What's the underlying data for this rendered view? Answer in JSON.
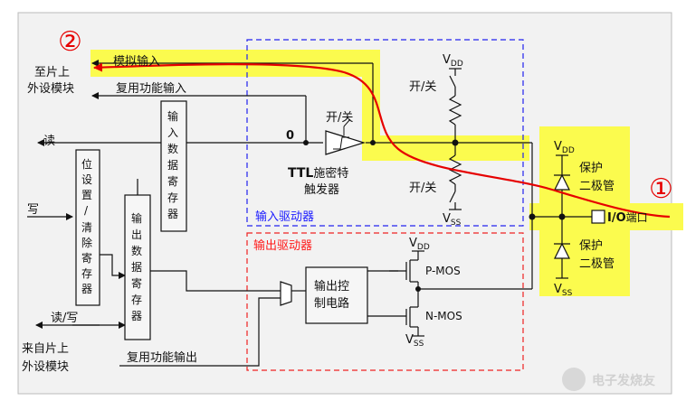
{
  "marker_start": "①",
  "marker_end": "②",
  "labels": {
    "to_onchip_peripheral": [
      "至片上",
      "外设模块"
    ],
    "analog_input": "模拟输入",
    "alt_function_input": "复用功能输入",
    "read": "读",
    "write": "写",
    "read_write": "读/写",
    "bit_set_reset_register": [
      "位",
      "设",
      "置",
      "/",
      "清",
      "除",
      "寄",
      "存",
      "器"
    ],
    "input_data_register": [
      "输",
      "入",
      "数",
      "据",
      "寄",
      "存",
      "器"
    ],
    "output_data_register": [
      "输",
      "出",
      "数",
      "据",
      "寄",
      "存",
      "器"
    ],
    "zero": "0",
    "on_off_1": "开/关",
    "on_off_2": "开/关",
    "on_off_3": "开/关",
    "ttl": "TTL",
    "schmitt_tail": "施密特",
    "trigger": "触发器",
    "input_driver": "输入驱动器",
    "output_driver": "输出驱动器",
    "output_control": [
      "输出控",
      "制电路"
    ],
    "vdd_top": "DD",
    "vss_mid": "SS",
    "vdd_right": "DD",
    "vss_right": "SS",
    "vdd_out": "DD",
    "vss_out": "SS",
    "v": "V",
    "protect_diode_1": [
      "保护",
      "二极管"
    ],
    "protect_diode_2": [
      "保护",
      "二极管"
    ],
    "io_port_bold": "I/O",
    "io_port_tail": "端口",
    "pmos": "P-MOS",
    "nmos": "N-MOS",
    "from_onchip_peripheral": [
      "来自片上",
      "外设模块"
    ],
    "alt_function_output": "复用功能输出"
  },
  "watermark": "电子发烧友",
  "colors": {
    "highlight": "#fbfb4e",
    "red_path": "#e60000",
    "input_driver_box": "#2222ee",
    "output_driver_box": "#ee2222",
    "frame_bg": "#f2f2f2"
  }
}
